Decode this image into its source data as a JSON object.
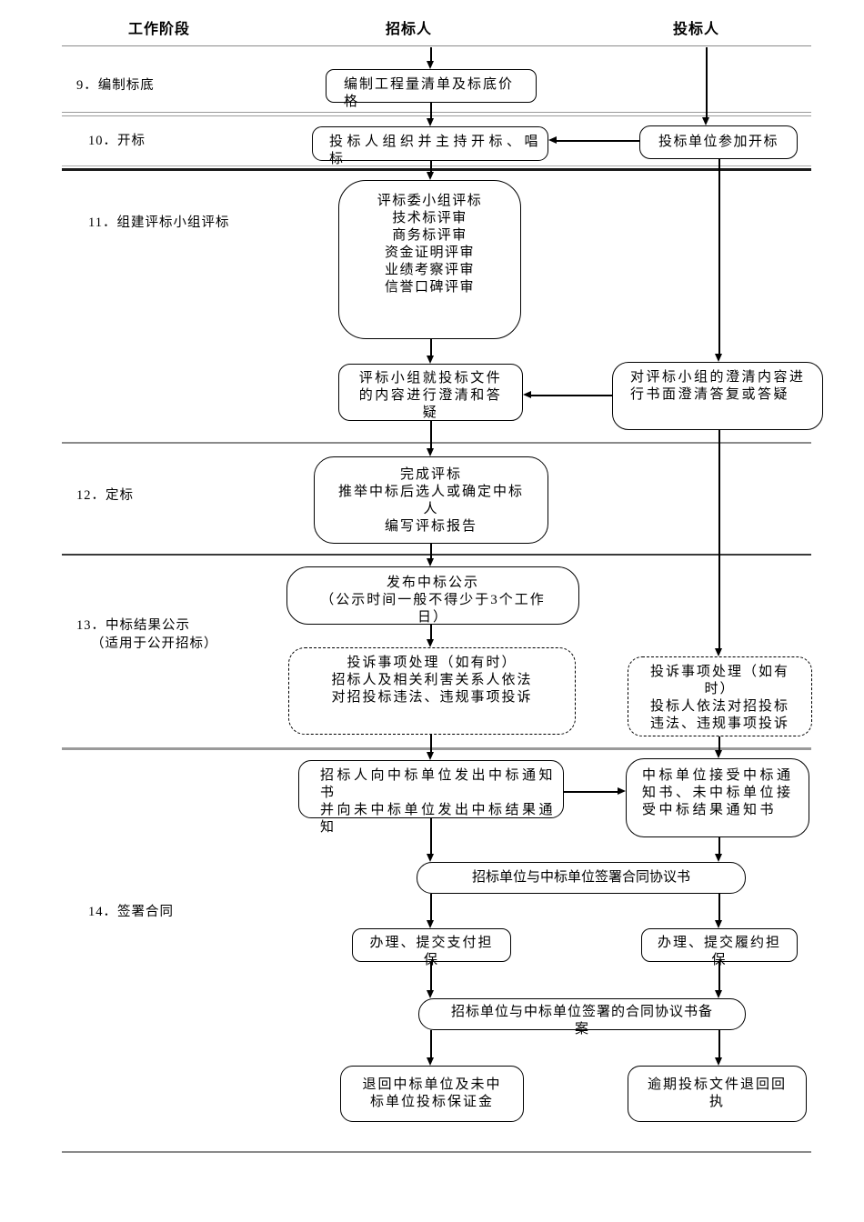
{
  "header": {
    "col_phase": "工作阶段",
    "col_tenderer": "招标人",
    "col_bidder": "投标人"
  },
  "phases": {
    "p9": {
      "label": "9．编制标底"
    },
    "p10": {
      "label": "10．开标"
    },
    "p11": {
      "label": "11．组建评标小组评标"
    },
    "p12": {
      "label": "12．定标"
    },
    "p13": {
      "label": "13．中标结果公示",
      "label2": "（适用于公开招标）"
    },
    "p14": {
      "label": "14．签署合同"
    }
  },
  "boxes": {
    "b1": {
      "text": "编制工程量清单及标底价\n格"
    },
    "b2": {
      "text": "投标人组织并主持开标、唱\n标"
    },
    "b3": {
      "text": "评标委小组评标\n技术标评审\n商务标评审\n资金证明评审\n业绩考察评审\n信誉口碑评审"
    },
    "b4": {
      "text": "评标小组就投标文件\n的内容进行澄清和答\n疑"
    },
    "b5": {
      "text": "完成评标\n推举中标后选人或确定中标\n人\n编写评标报告"
    },
    "b6": {
      "text": "发布中标公示\n（公示时间一般不得少于3个工作\n日）"
    },
    "b7": {
      "text": "投诉事项处理（如有时）\n招标人及相关利害关系人依法\n对招投标违法、违规事项投诉"
    },
    "b8": {
      "text": "招标人向中标单位发出中标通知\n书\n并向未中标单位发出中标结果通\n知"
    },
    "b9": {
      "text": "招标单位与中标单位签署合同协议书"
    },
    "b10": {
      "text": "办理、提交支付担\n保"
    },
    "b11": {
      "text": "招标单位与中标单位签署的合同协议书备\n案"
    },
    "b12": {
      "text": "退回中标单位及未中\n标单位投标保证金"
    },
    "r1": {
      "text": "投标单位参加开标"
    },
    "r2": {
      "text": "对评标小组的澄清内容进\n行书面澄清答复或答疑"
    },
    "r3": {
      "text": "投诉事项处理（如有\n时）\n投标人依法对招投标\n违法、违规事项投诉"
    },
    "r4": {
      "text": "中标单位接受中标通\n知书、未中标单位接\n受中标结果通知书"
    },
    "r5": {
      "text": "办理、提交履约担\n保"
    },
    "r6": {
      "text": "逾期投标文件退回回\n执"
    }
  },
  "colors": {
    "line": "#000000",
    "divider": "#8a8a8a",
    "background": "#ffffff"
  }
}
